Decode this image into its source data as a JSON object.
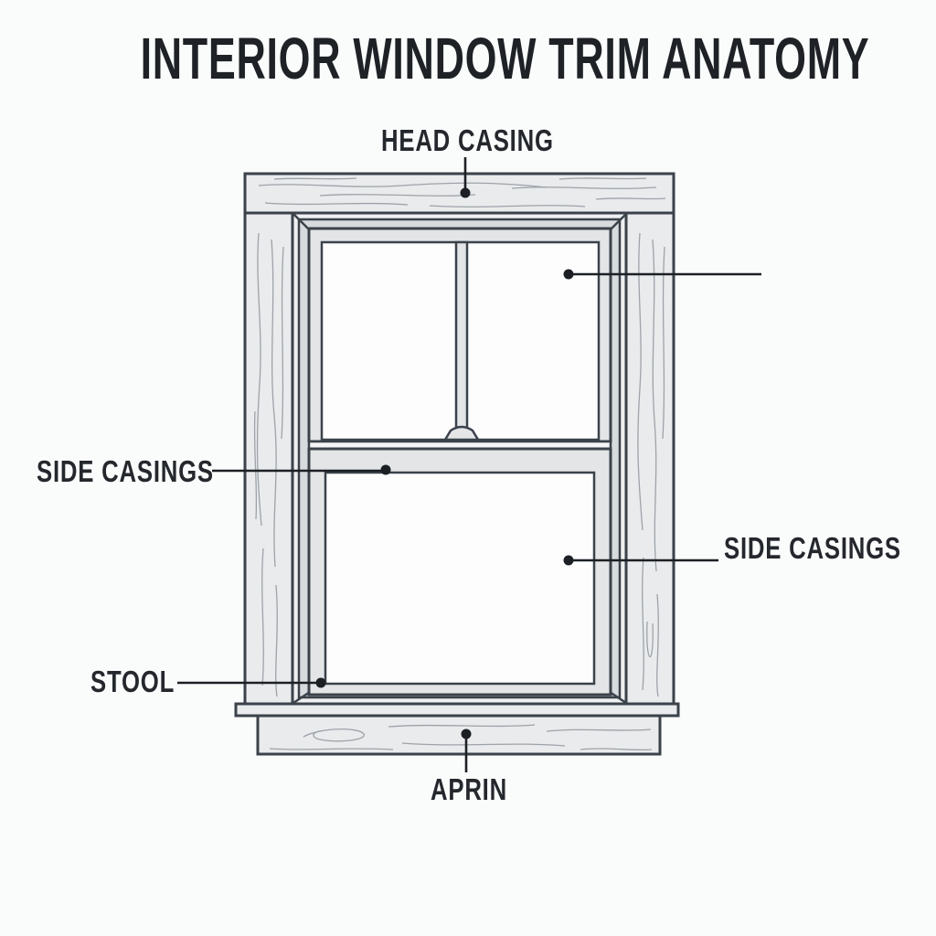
{
  "title": "INTERIOR WINDOW TRIM ANATOMY",
  "diagram": {
    "labels": {
      "head_casing": "HEAD CASING",
      "side_casings_left": "SIDE CASINGS",
      "side_casings_right": "SIDE CASINGS",
      "stool": "STOOL",
      "apron": "APRIN"
    },
    "colors": {
      "background": "#fafbfb",
      "outline": "#3b424a",
      "board_fill": "#e9ebec",
      "jamb_fill": "#eef0f1",
      "bevel_fill": "#d8dbdd",
      "sash_fill": "#e3e5e7",
      "check_rail_fill": "#f4f5f6",
      "glass_fill": "#fdfdfe",
      "grain": "#959ca3",
      "leader": "#1c2025",
      "text": "#24282d"
    }
  }
}
